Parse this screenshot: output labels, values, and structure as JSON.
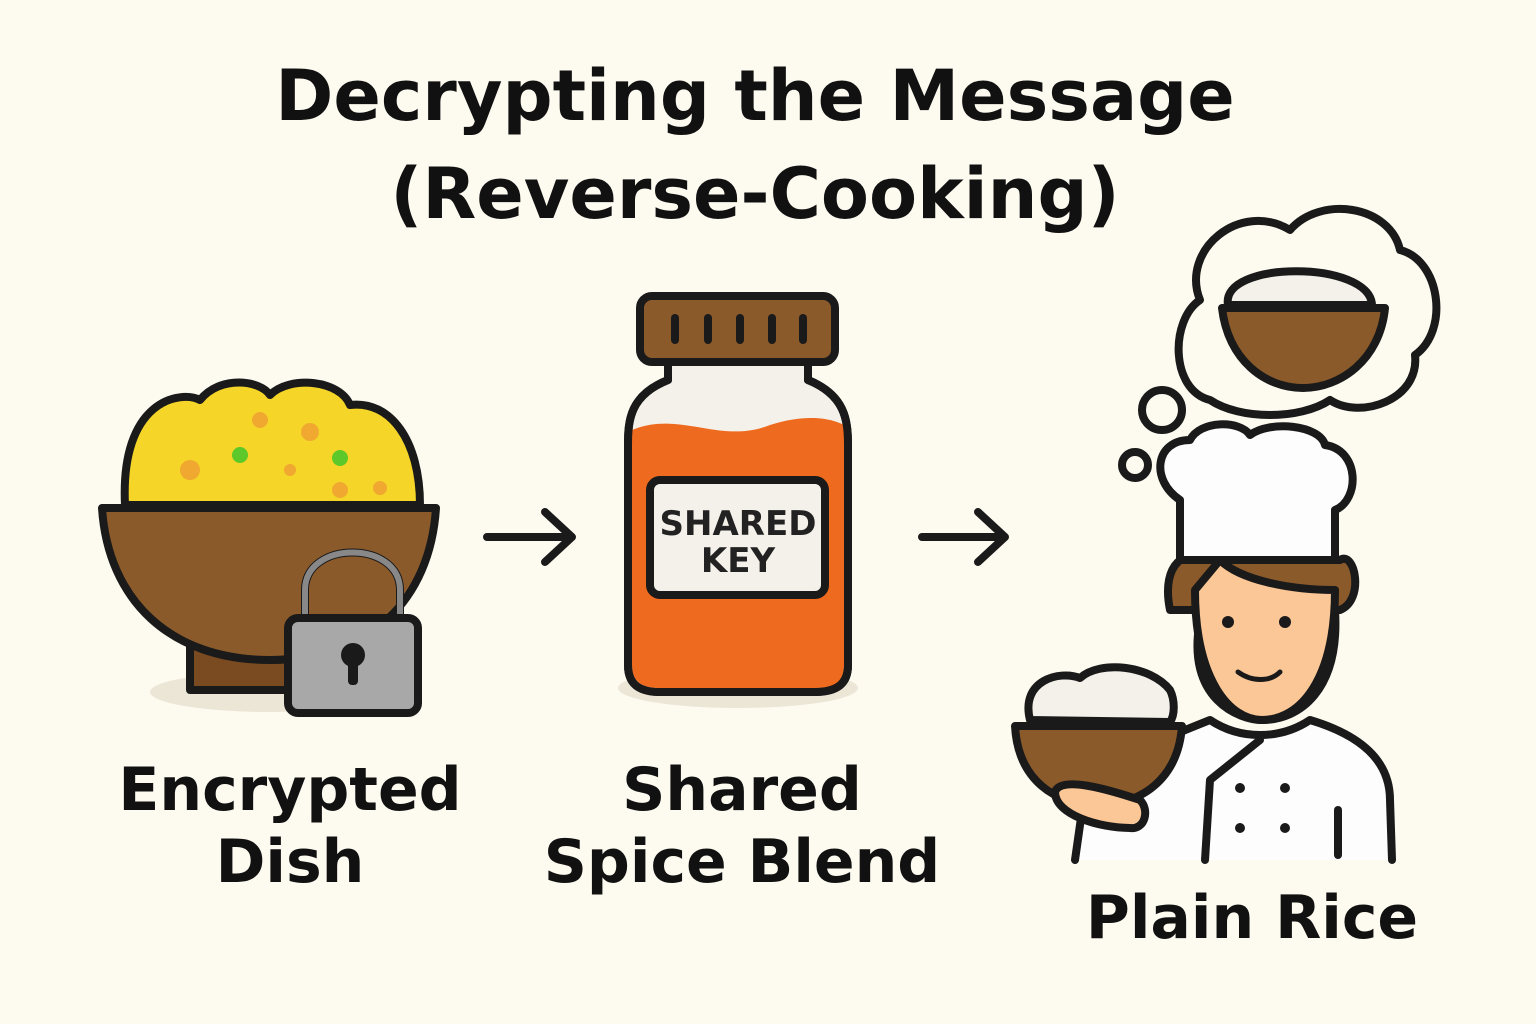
{
  "title": {
    "line1": "Decrypting the Message",
    "line2": "(Reverse-Cooking)"
  },
  "steps": [
    {
      "label_line1": "Encrypted",
      "label_line2": "Dish",
      "icon": "locked-bowl-icon"
    },
    {
      "label_line1": "Shared",
      "label_line2": "Spice Blend",
      "jar_line1": "SHARED",
      "jar_line2": "KEY",
      "icon": "spice-jar-icon"
    },
    {
      "label_line1": "Plain Rice",
      "icon": "chef-icon"
    }
  ],
  "colors": {
    "background": "#fdfaf0",
    "bowl": "#8b5a2b",
    "rice_yellow": "#f5d628",
    "spice_orange": "#ee6a1e",
    "lock_gray": "#a8a8a8",
    "skin": "#fbc797"
  }
}
